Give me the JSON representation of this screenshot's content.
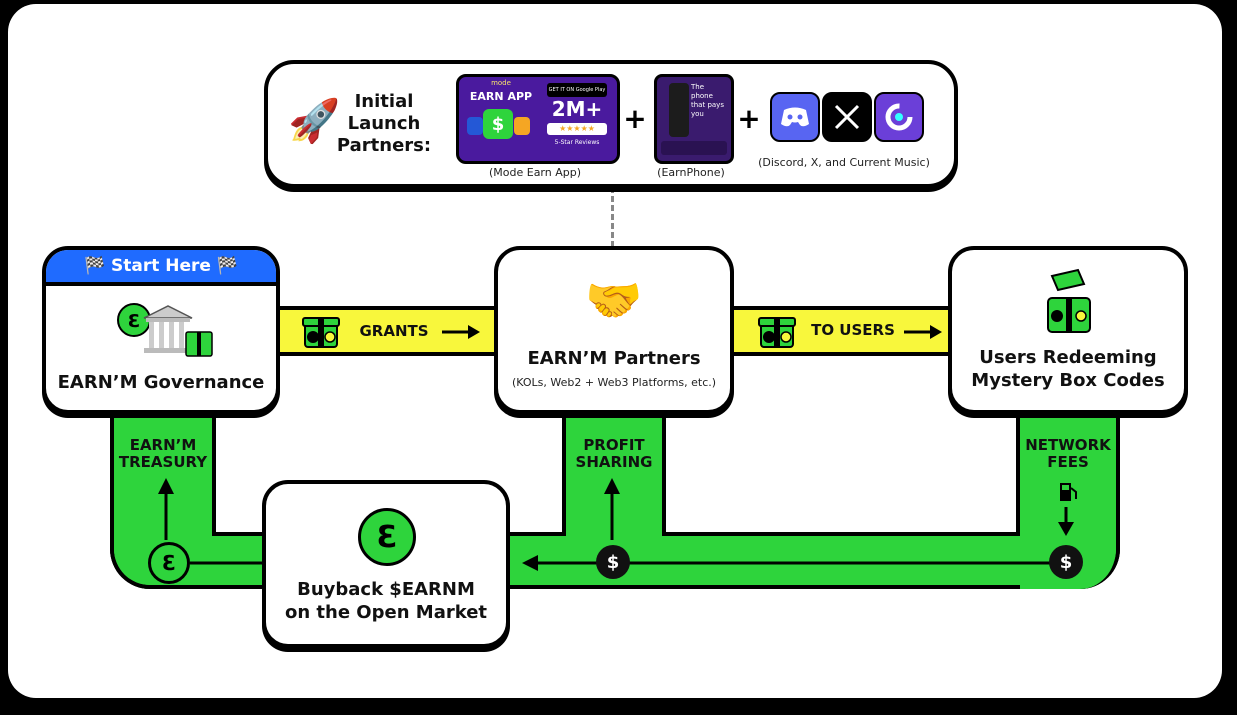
{
  "launch": {
    "title_line1": "Initial",
    "title_line2": "Launch",
    "title_line3": "Partners:",
    "earn_app_title": "EARN APP",
    "earn_app_brand": "mode",
    "earn_app_count": "2M+",
    "earn_app_store": "GET IT ON Google Play",
    "earn_app_reviews": "5-Star Reviews",
    "earn_app_caption": "(Mode Earn App)",
    "phone_text": "The phone that pays you",
    "phone_caption": "(EarnPhone)",
    "social_caption": "(Discord, X, and Current Music)",
    "plus": "+"
  },
  "governance": {
    "header": "🏁 Start Here 🏁",
    "title": "EARN’M Governance"
  },
  "partners": {
    "title": "EARN’M Partners",
    "subtitle": "(KOLs, Web2 + Web3 Platforms, etc.)"
  },
  "users": {
    "title_line1": "Users Redeeming",
    "title_line2": "Mystery Box Codes"
  },
  "flows": {
    "grants": "GRANTS",
    "to_users": "TO USERS",
    "treasury_line1": "EARN’M",
    "treasury_line2": "TREASURY",
    "profit_line1": "PROFIT",
    "profit_line2": "SHARING",
    "fees_line1": "NETWORK",
    "fees_line2": "FEES"
  },
  "buyback": {
    "title_line1": "Buyback $EARNM",
    "title_line2": "on the Open Market"
  },
  "colors": {
    "green": "#2ed43c",
    "yellow": "#f8f73c",
    "blue": "#1f6bff",
    "black": "#000000"
  }
}
